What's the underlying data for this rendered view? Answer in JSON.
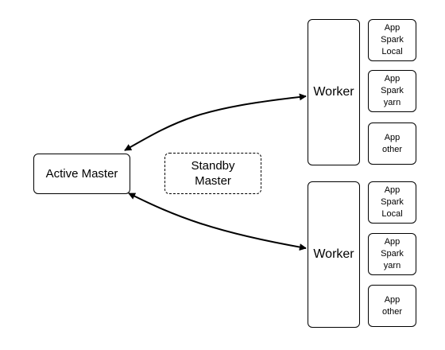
{
  "diagram": {
    "active_master": {
      "label": "Active Master"
    },
    "standby_master": {
      "lines": [
        "Standby",
        "Master"
      ]
    },
    "workers": [
      {
        "label": "Worker",
        "apps": [
          {
            "lines": [
              "App",
              "Spark",
              "Local"
            ]
          },
          {
            "lines": [
              "App",
              "Spark",
              "yarn"
            ]
          },
          {
            "lines": [
              "App",
              "other"
            ]
          }
        ]
      },
      {
        "label": "Worker",
        "apps": [
          {
            "lines": [
              "App",
              "Spark",
              "Local"
            ]
          },
          {
            "lines": [
              "App",
              "Spark",
              "yarn"
            ]
          },
          {
            "lines": [
              "App",
              "other"
            ]
          }
        ]
      }
    ],
    "connections": [
      {
        "from": "active_master",
        "to": "worker_1",
        "arrows": "both"
      },
      {
        "from": "active_master",
        "to": "worker_2",
        "arrows": "both"
      }
    ],
    "line_color": "#000000"
  }
}
